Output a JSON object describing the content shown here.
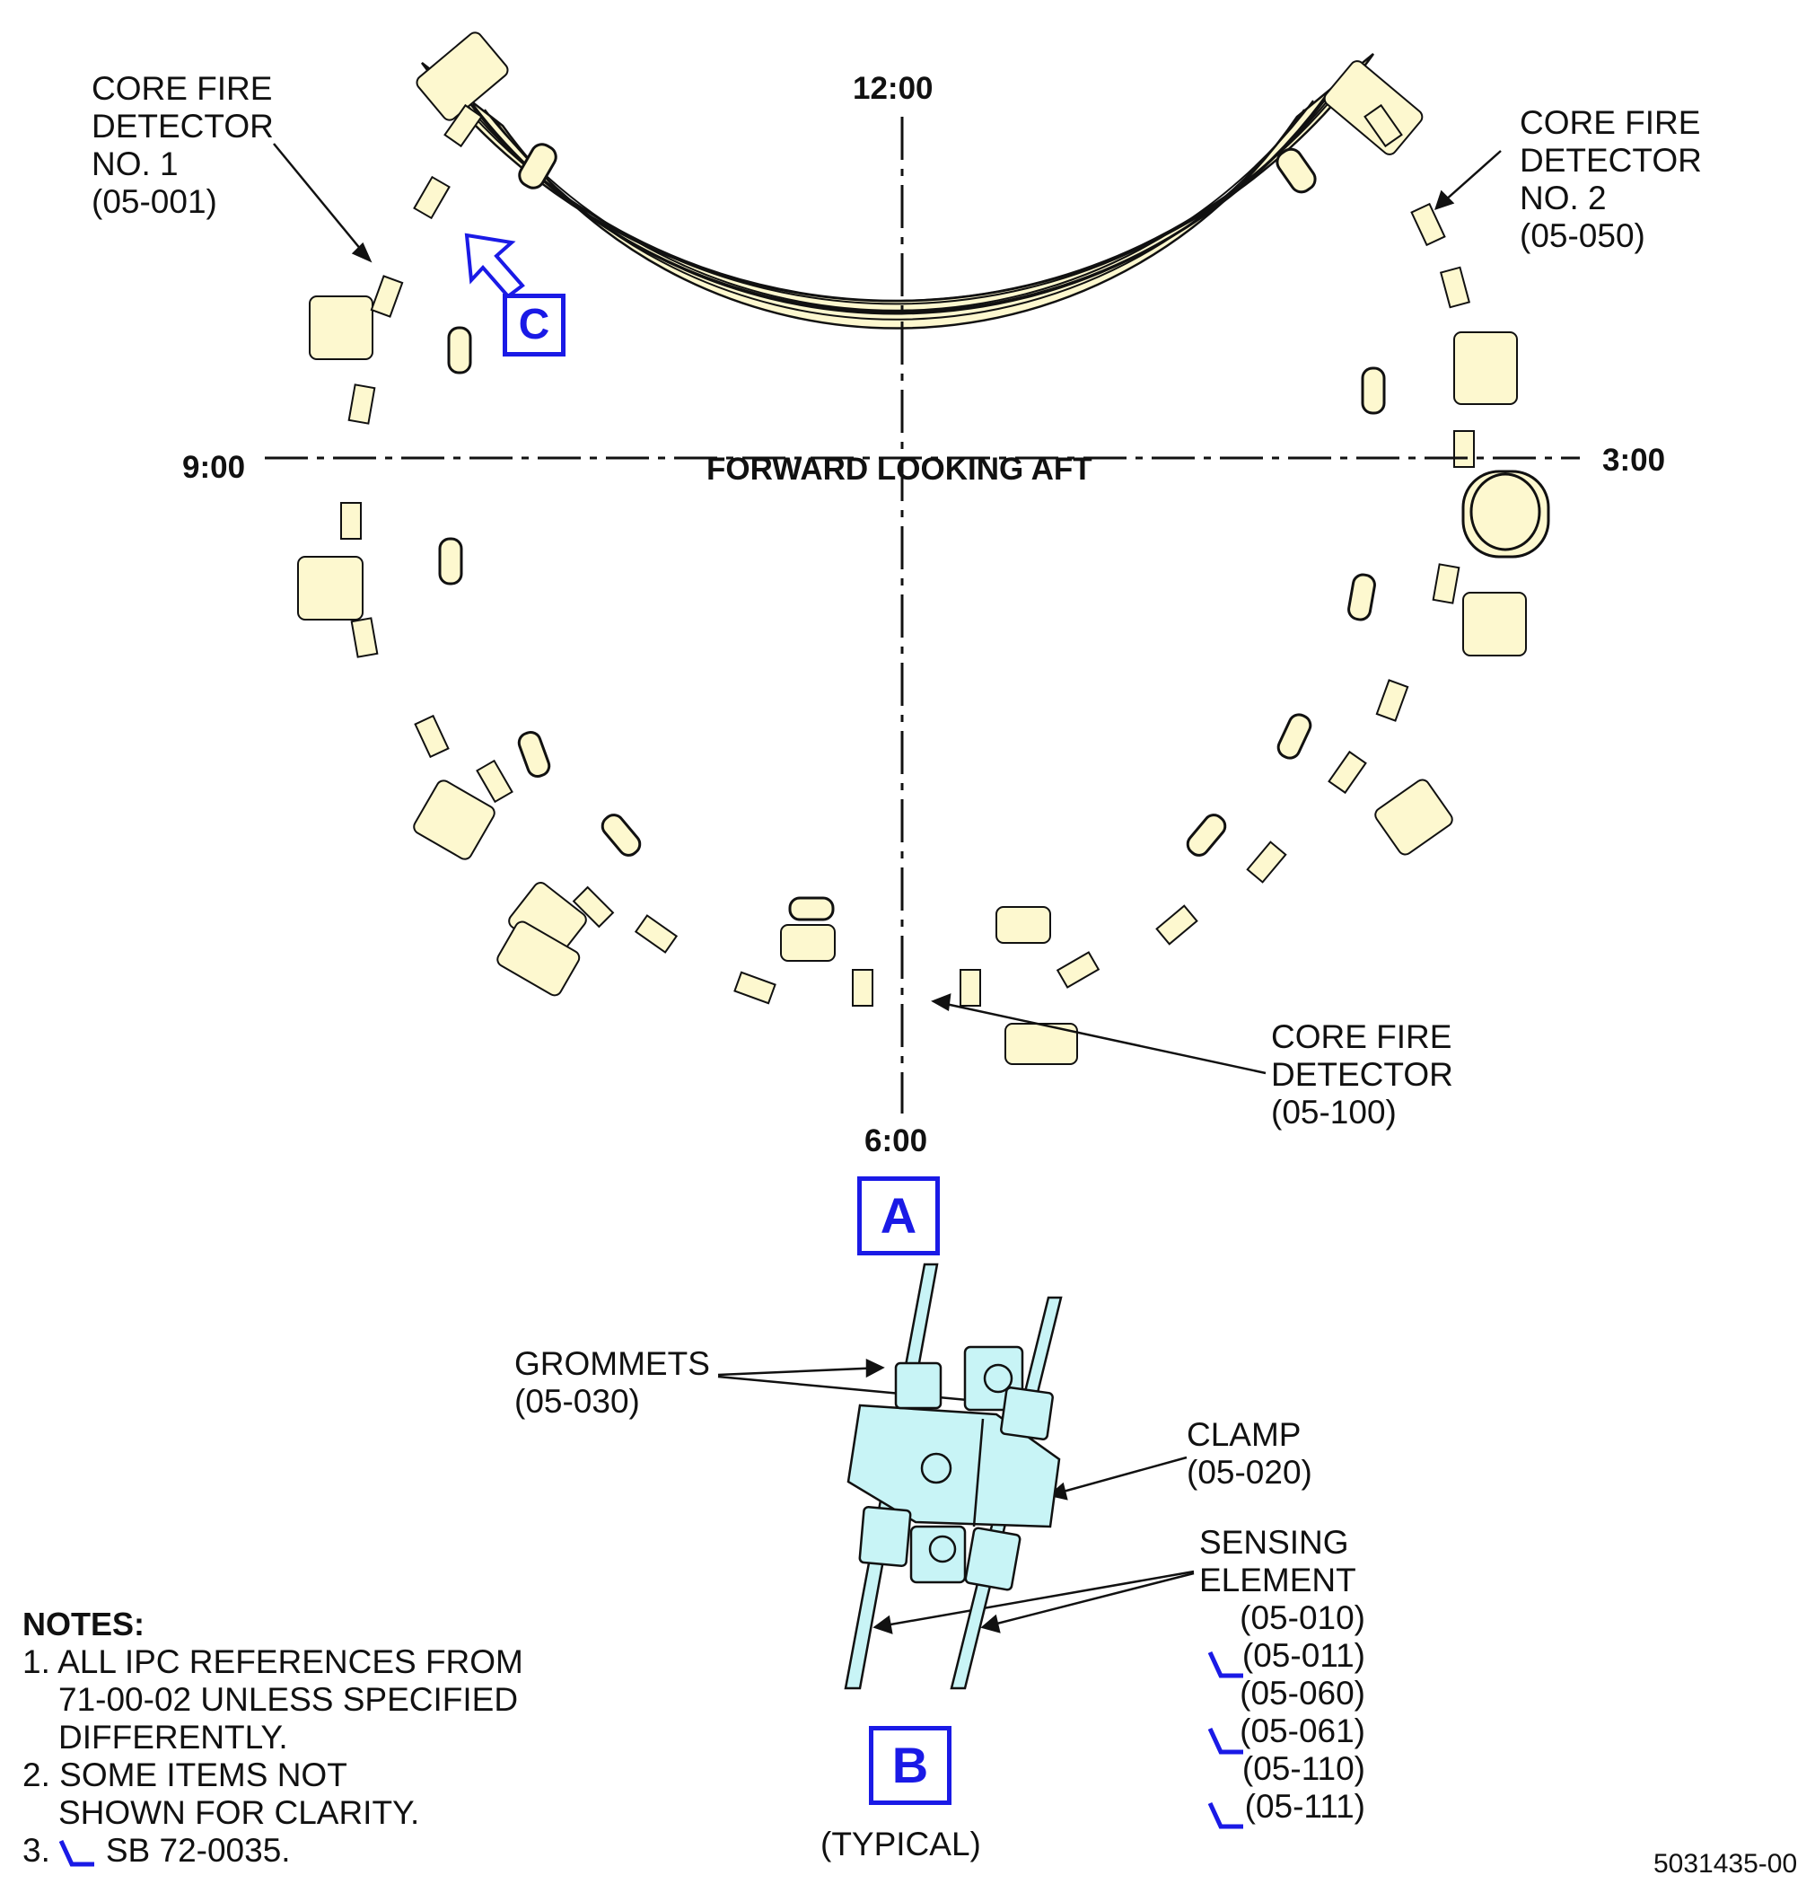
{
  "clock": {
    "twelve": "12:00",
    "three": "3:00",
    "six": "6:00",
    "nine": "9:00"
  },
  "view_label": "FORWARD LOOKING AFT",
  "callouts": {
    "detector1": [
      "CORE FIRE",
      "DETECTOR",
      "NO. 1",
      "(05-001)"
    ],
    "detector2": [
      "CORE FIRE",
      "DETECTOR",
      "NO. 2",
      "(05-050)"
    ],
    "detector3": [
      "CORE FIRE",
      "DETECTOR",
      "(05-100)"
    ],
    "grommets": [
      "GROMMETS",
      "(05-030)"
    ],
    "clamp": [
      "CLAMP",
      "(05-020)"
    ],
    "sensing": [
      "SENSING",
      "ELEMENT"
    ],
    "sensing_refs": [
      "(05-010)",
      "(05-011)",
      "(05-060)",
      "(05-061)",
      "(05-110)",
      "(05-111)"
    ]
  },
  "view_tags": {
    "a": "A",
    "b": "B",
    "c": "C"
  },
  "typical": "(TYPICAL)",
  "notes": {
    "title": "NOTES:",
    "n1": [
      "1. ALL IPC REFERENCES FROM",
      "71-00-02 UNLESS SPECIFIED",
      "DIFFERENTLY."
    ],
    "n2": [
      "2. SOME ITEMS NOT",
      "SHOWN FOR CLARITY."
    ],
    "n3_prefix": "3.",
    "n3_text": "SB 72-0035."
  },
  "figure_id": "5031435-00",
  "colors": {
    "ring_fill": "#fdf8cf",
    "clamp_fill": "#c8f4f6",
    "tag_blue": "#1a1ae6",
    "line": "#111111"
  }
}
